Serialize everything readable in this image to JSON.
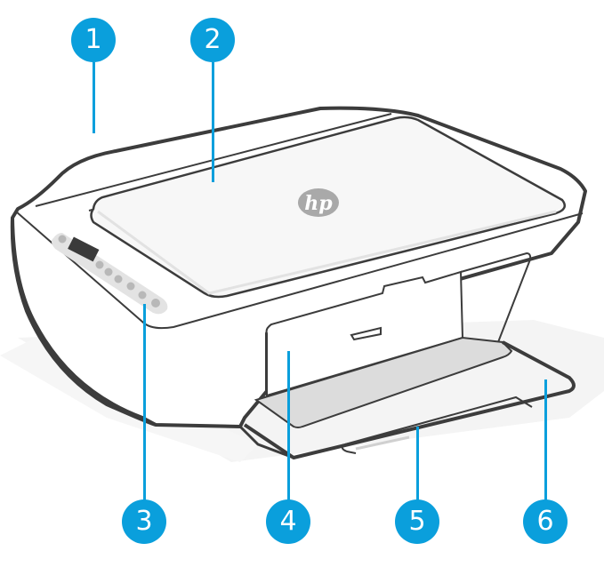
{
  "diagram": {
    "subject": "HP inkjet all-in-one printer (front view)",
    "brand_logo": "hp",
    "accent_color": "#0a9fdc",
    "outline_color": "#3c3c3c",
    "callouts": [
      {
        "number": "1",
        "target": "scanner lid"
      },
      {
        "number": "2",
        "target": "scanner glass / lid top"
      },
      {
        "number": "3",
        "target": "control panel"
      },
      {
        "number": "4",
        "target": "front door / paper path"
      },
      {
        "number": "5",
        "target": "output tray extender"
      },
      {
        "number": "6",
        "target": "output tray"
      }
    ],
    "control_panel": {
      "buttons_count": 7,
      "display": "small dark display"
    }
  }
}
